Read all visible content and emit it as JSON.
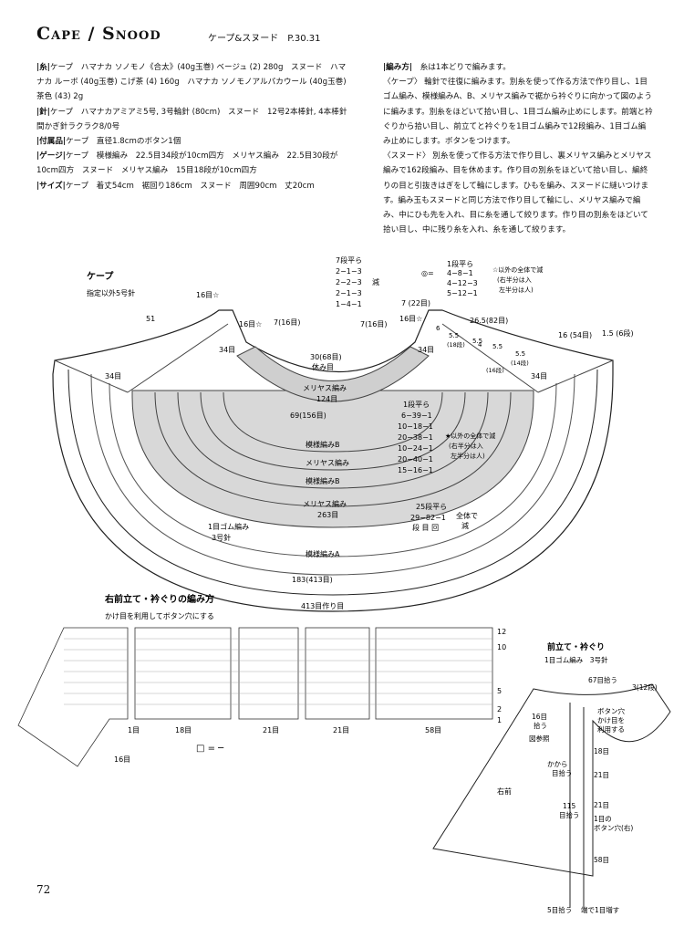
{
  "header": {
    "title": "Cape / Snood",
    "subtitle": "ケープ&スヌード　P.30.31"
  },
  "materials": {
    "yarn_label": "|糸|",
    "yarn_text": "ケープ　ハマナカ ソノモノ《合太》(40g玉巻) ベージュ (2) 280g　スヌード　ハマナカ ルーボ (40g玉巻) こげ茶 (4) 160g　ハマナカ ソノモノアルパカウール (40g玉巻) 茶色 (43) 2g",
    "needle_label": "|針|",
    "needle_text": "ケープ　ハマナカアミアミ5号, 3号輪針 (80cm)　スヌード　12号2本棒針, 4本棒針　間かぎ針ラクラク8/0号",
    "notions_label": "|付属品|",
    "notions_text": "ケープ　直径1.8cmのボタン1個",
    "gauge_label": "|ゲージ|",
    "gauge_text": "ケープ　模様編み　22.5目34段が10cm四方　メリヤス編み　22.5目30段が10cm四方　スヌード　メリヤス編み　15目18段が10cm四方",
    "size_label": "|サイズ|",
    "size_text": "ケープ　着丈54cm　裾回り186cm　スヌード　周囲90cm　丈20cm"
  },
  "method": {
    "label": "|編み方|",
    "intro": "糸は1本どりで編みます。",
    "cape_text": "〈ケープ〉 輪針で往復に編みます。別糸を使って作る方法で作り目し、1目ゴム編み、模様編みA、B、メリヤス編みで裾から衿ぐりに向かって図のように編みます。別糸をほどいて拾い目し、1目ゴム編み止めにします。前端と衿ぐりから拾い目し、前立てと衿ぐりを1目ゴム編みで12段編み、1目ゴム編み止めにします。ボタンをつけます。",
    "snood_text": "〈スヌード〉 別糸を使って作る方法で作り目し、裏メリヤス編みとメリヤス編みで162段編み、目を休めます。作り目の別糸をほどいて拾い目し、編終りの目と引抜きはぎをして輪にします。ひもを編み、スヌードに縫いつけます。編み玉もスヌードと同じ方法で作り目して輪にし、メリヤス編みで編み、中にひも先を入れ、目に糸を通して絞ります。作り目の別糸をほどいて拾い目し、中に残り糸を入れ、糸を通して絞ります。"
  },
  "cape_chart": {
    "title": "ケープ",
    "needle_note": "指定以外5号針",
    "dim_51": "51",
    "dim_16_left": "16目☆",
    "dim_16_left2": "16目☆",
    "dim_7_16": "7(16目)",
    "dim_7_16_right": "7(16目)",
    "dim_7_22": "7\n(22目)",
    "dim_26_5": "26.5(82目)",
    "dim_16_54": "16\n(54目)",
    "dim_1_5": "1.5\n(6段)",
    "dim_30_68": "30(68目)",
    "dim_34_left": "34目",
    "dim_34_left2": "34目",
    "dim_34_right": "34目",
    "dim_34_right2": "34目",
    "dim_16_right": "16目☆",
    "dim_6": "6",
    "dim_5_5a": "5.5",
    "dim_5_5b": "5.5",
    "dim_5_5c": "5.5",
    "dim_5_5d": "5.5",
    "dim_4": "4",
    "dim_18d": "(18段)",
    "dim_16d": "(16段)",
    "dim_14d": "(14段)",
    "dim_69_156": "69(156目)",
    "dim_183_413": "183(413目)",
    "dim_413_cast": "413目作り目",
    "rib_label": "1目ゴム編み",
    "rib_needle": "3号針",
    "zone_rest": "休み目",
    "zone_meriyasu_124": "メリヤス編み",
    "zone_124": "124目",
    "zone_patB1": "模様編みB",
    "zone_meriyasu2": "メリヤス編み",
    "zone_patB2": "模様編みB",
    "zone_meriyasu_263": "メリヤス編み",
    "zone_263": "263目",
    "zone_patA": "模様編みA",
    "dec_top_title": "7段平ら",
    "dec_top_1": "2−1−3",
    "dec_top_2": "2−2−3",
    "dec_top_3": "2−1−3",
    "dec_top_4": "1−4−1",
    "dec_top_note": "減",
    "dec_r_title": "1段平ら",
    "dec_r_1": "4−8−1",
    "dec_r_2": "4−12−3",
    "dec_r_3": "5−12−1",
    "dec_r_note1": "☆以外の全体で減",
    "dec_r_note2": "(右半分は入",
    "dec_r_note3": "左半分は人)",
    "dec_mid_title": "1段平ら",
    "dec_mid_1": "6−39−1",
    "dec_mid_2": "10−18−1",
    "dec_mid_3": "20−38−1",
    "dec_mid_4": "10−24−1",
    "dec_mid_5": "20−40−1",
    "dec_mid_6": "15−16−1",
    "dec_mid_note1": "★以外の全体で減",
    "dec_mid_note2": "(右半分は入",
    "dec_mid_note3": "左半分は人)",
    "dec_low_title": "25段平ら",
    "dec_low_1": "29−82−1",
    "dec_low_2": "段 目 回",
    "dec_low_note1": "全体で",
    "dec_low_note2": "減",
    "circle_sym": "◎=",
    "dot_sym": "○"
  },
  "front_chart": {
    "title": "右前立て・衿ぐりの編み方",
    "note": "かけ目を利用してボタン穴にする",
    "rows_12": "12",
    "rows_10": "10",
    "rows_5": "5",
    "rows_1": "1",
    "rows_2": "2",
    "label_1": "1目",
    "label_18": "18目",
    "label_21a": "21目",
    "label_21b": "21目",
    "label_58": "58目",
    "label_16": "16目",
    "legend": "□ = ─"
  },
  "front_small": {
    "title": "前立て・衿ぐり",
    "sub": "1目ゴム編み　3号針",
    "dim_67": "67目拾う",
    "dim_3_12": "3(12段)",
    "dim_16": "16目",
    "dim_16b": "拾う",
    "ref": "図参照",
    "buttonhole1": "ボタン穴",
    "buttonhole2": "かけ目を",
    "buttonhole3": "利用する",
    "d18": "18目",
    "d21a": "21目",
    "d21b": "21目",
    "pick1": "かから",
    "pick2": "目拾う",
    "d115": "115",
    "d115b": "目拾う",
    "btn_right1": "1目の",
    "btn_right2": "ボタン穴(右)",
    "d58": "58目",
    "right_front": "右前",
    "bottom1": "5目拾う",
    "bottom2": "端で1目増す"
  },
  "page_number": "72"
}
